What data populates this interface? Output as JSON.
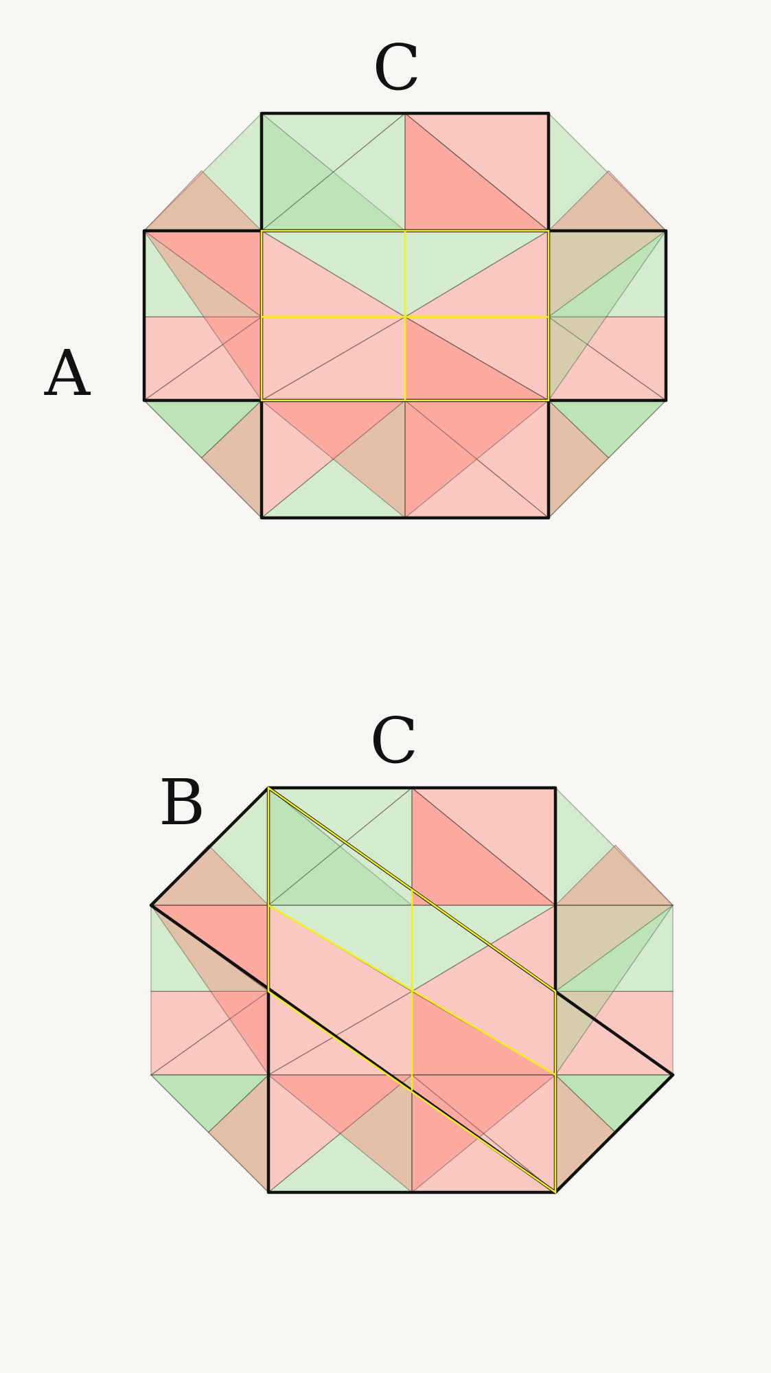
{
  "figure_top": {
    "label_top": "C",
    "label_side": "A"
  },
  "figure_bottom": {
    "label_top": "C",
    "label_side": "B"
  },
  "colors": {
    "background": "#f8f6f2",
    "green": "#8fd68a",
    "red": "#ff6e62",
    "outline": "#111111",
    "highlight": "#f2ee1a"
  }
}
